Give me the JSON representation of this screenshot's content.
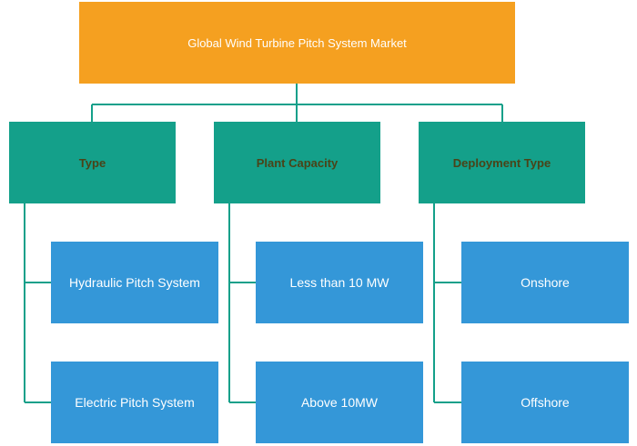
{
  "diagram": {
    "root": {
      "label": "Global Wind Turbine Pitch System Market"
    },
    "categories": [
      {
        "label": "Type",
        "children": [
          "Hydraulic Pitch System",
          "Electric Pitch System"
        ]
      },
      {
        "label": "Plant Capacity",
        "children": [
          "Less than 10 MW",
          "Above 10MW"
        ]
      },
      {
        "label": "Deployment Type",
        "children": [
          "Onshore",
          "Offshore"
        ]
      }
    ],
    "colors": {
      "root_fill": "#f5a020",
      "category_fill": "#14a08a",
      "category_text": "#4a4318",
      "leaf_fill": "#3497d8",
      "connector": "#14a08a"
    }
  }
}
